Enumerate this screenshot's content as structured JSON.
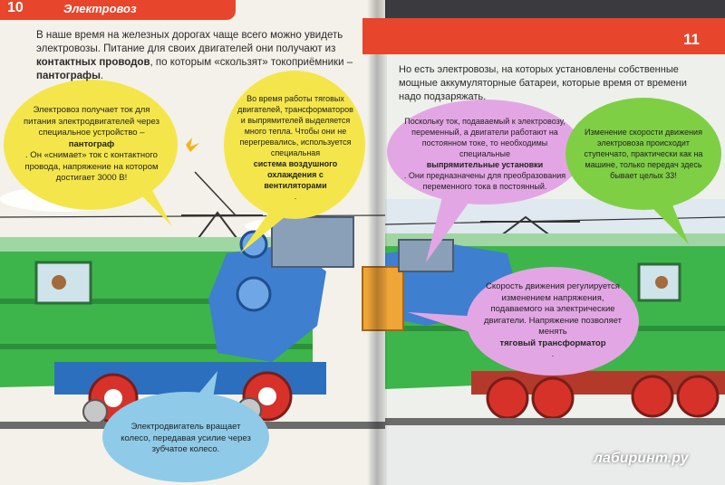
{
  "left_page": {
    "header_title": "Электровоз",
    "page_number": "10",
    "intro": {
      "part1": "В наше время на железных дорогах чаще всего можно увидеть электровозы. Питание для своих двигателей они получают из ",
      "bold1": "контактных проводов",
      "part2": ", по которым «скользят» токоприёмники – ",
      "bold2": "пантографы",
      "part3": "."
    },
    "bubble_pantograph": {
      "part1": "Электровоз получает ток для питания электродвигателей через специальное устройство – ",
      "bold1": "пантограф",
      "part2": ". Он «снимает» ток с контактного провода, напряжение на котором достигает 3000 В!"
    },
    "bubble_cooling": {
      "part1": "Во время работы тяговых двигателей, трансформаторов и выпрямителей выделяется много тепла. Чтобы они не перегревались, используется специальная ",
      "bold1": "система воздушного охлаждения с вентиляторами",
      "part2": "."
    },
    "bubble_motor": {
      "text": "Электродвигатель вращает колесо, передавая усилие через зубчатое колесо."
    }
  },
  "right_page": {
    "page_number": "11",
    "intro": "Но есть электровозы, на которых установлены собственные мощные аккумуляторные батареи, которые время от времени надо подзаряжать.",
    "bubble_rectifier": {
      "part1": "Поскольку ток, подаваемый к электровозу, переменный, а двигатели работают на постоянном токе, то необходимы специальные ",
      "bold1": "выпрямительные установки",
      "part2": ". Они предназначены для преобразования переменного тока в постоянный."
    },
    "bubble_speed_steps": {
      "text": "Изменение скорости движения электровоза происходит ступенчато, практически как на машине, только передач здесь бывает целых 33!"
    },
    "bubble_transformer": {
      "part1": "Скорость движения регулируется изменением напряжения, подаваемого на электрические двигатели. Напряжение позволяет менять ",
      "bold1": "тяговый трансформатор",
      "part2": "."
    }
  },
  "watermark": "лабиринт.ру",
  "colors": {
    "header_red": "#e7452c",
    "bubble_yellow": "#f4e64a",
    "bubble_pink": "#e3a6e4",
    "bubble_green": "#7fcf45",
    "bubble_blue": "#8fcbe8",
    "loco_green": "#3db54a",
    "loco_blue": "#3e7fd0",
    "wheel_red": "#d7322a"
  }
}
